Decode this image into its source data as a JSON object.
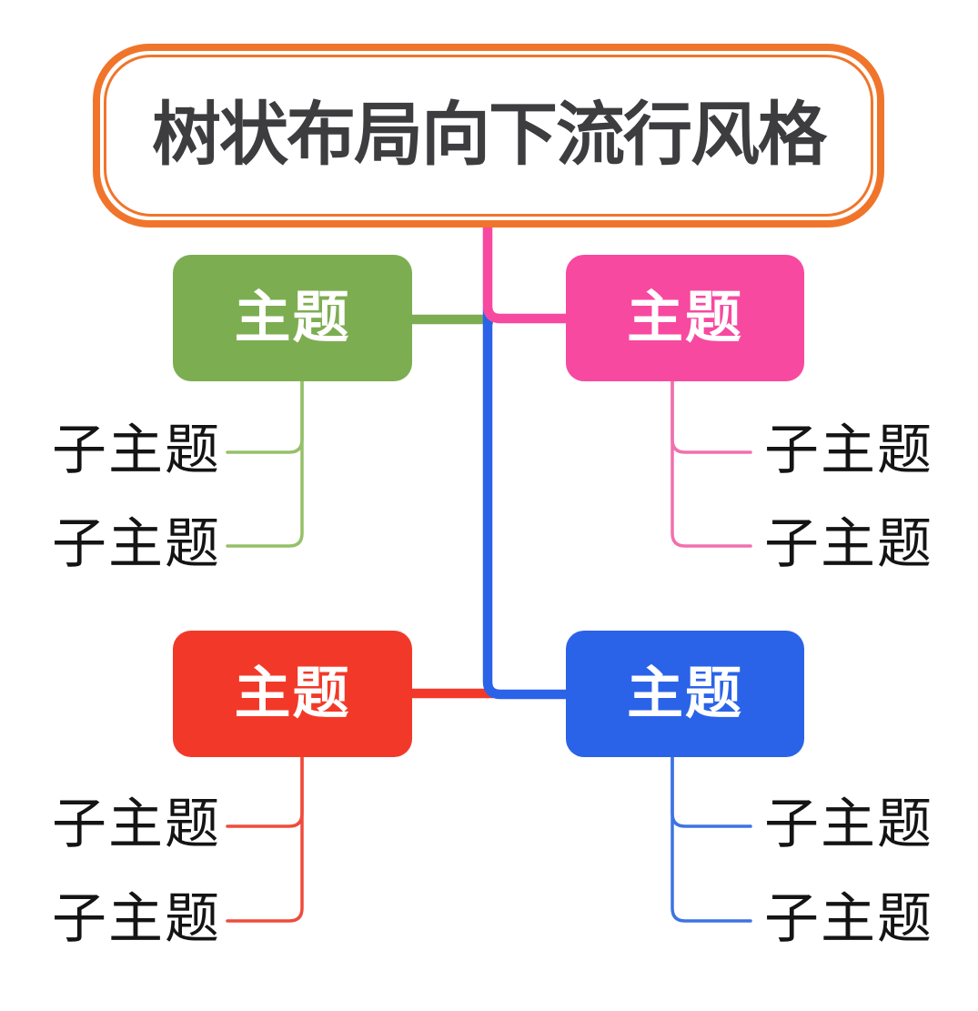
{
  "page": {
    "background": "#FFFFFF"
  },
  "root": {
    "label": "树状布局向下流行风格"
  },
  "topics": [
    {
      "label": "主题",
      "position": "upper-left",
      "color": "#7DAD51",
      "line_color": "#95C06A",
      "children": [
        {
          "label": "子主题"
        },
        {
          "label": "子主题"
        }
      ]
    },
    {
      "label": "主题",
      "position": "upper-right",
      "color": "#F749A0",
      "line_color": "#F170AE",
      "children": [
        {
          "label": "子主题"
        },
        {
          "label": "子主题"
        }
      ]
    },
    {
      "label": "主题",
      "position": "lower-left",
      "color": "#F23929",
      "line_color": "#F04B3C",
      "children": [
        {
          "label": "子主题"
        },
        {
          "label": "子主题"
        }
      ]
    },
    {
      "label": "主题",
      "position": "lower-right",
      "color": "#2B63E8",
      "line_color": "#3D73E3",
      "children": [
        {
          "label": "子主题"
        },
        {
          "label": "子主题"
        }
      ]
    }
  ],
  "colors": {
    "orange": "#F0752B",
    "title_text": "#3D3D3F",
    "topic_text": "#FFFFFF",
    "subtopic_text": "#141414",
    "green": "#7DAD51",
    "green_line": "#95C06A",
    "pink": "#F749A0",
    "pink_line": "#F170AE",
    "red": "#F23929",
    "red_line": "#F04B3C",
    "blue": "#2B63E8",
    "blue_line": "#3D73E3"
  }
}
